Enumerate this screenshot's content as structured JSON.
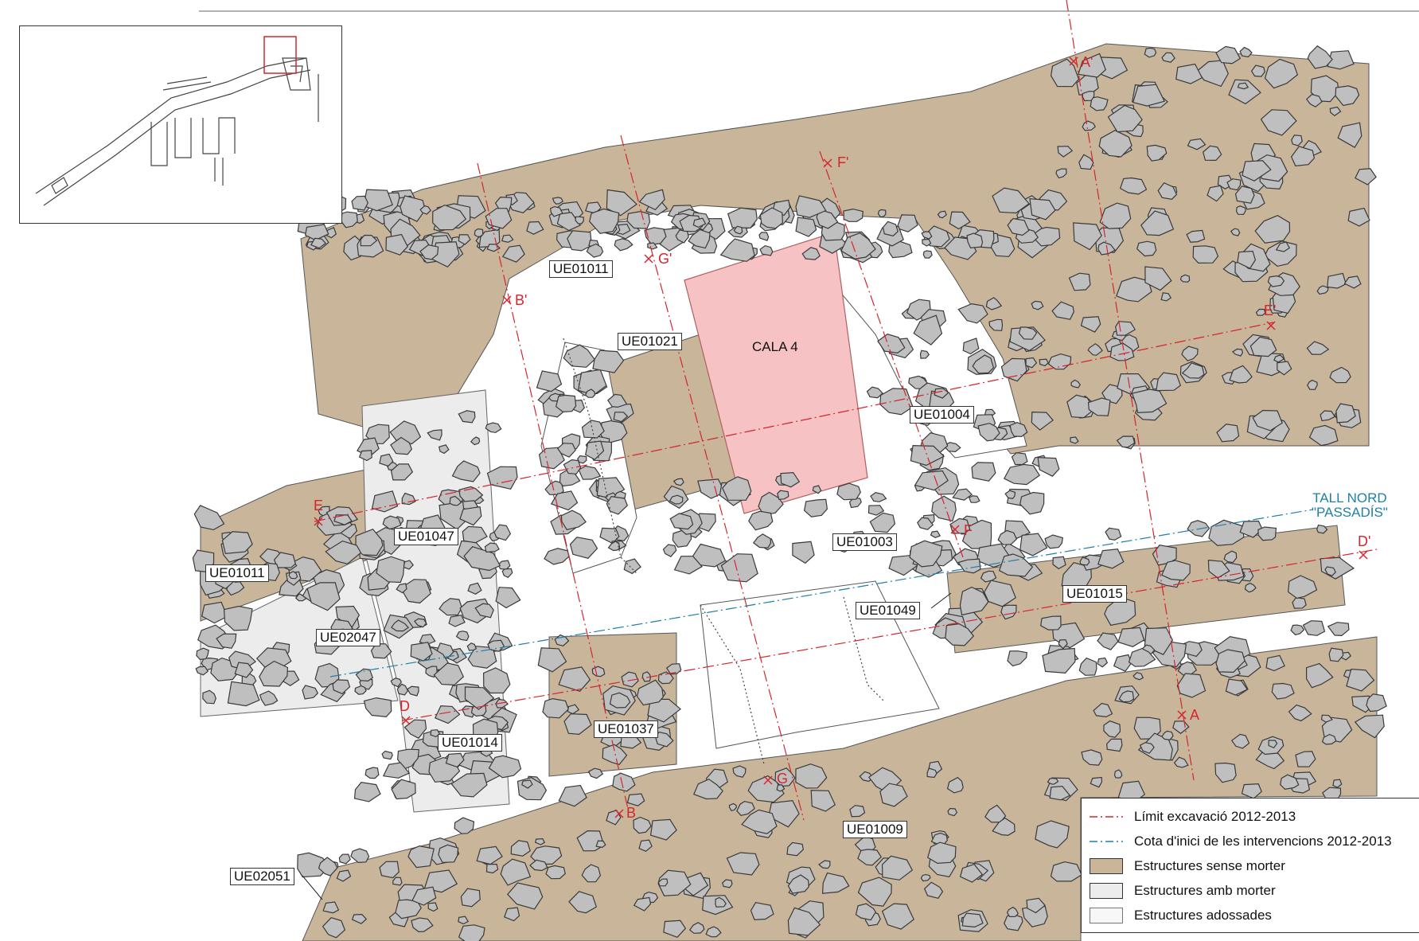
{
  "labels": {
    "ue01011_n": "UE01011",
    "ue01021": "UE01021",
    "ue01004": "UE01004",
    "ue01003": "UE01003",
    "ue01047": "UE01047",
    "ue01011_w": "UE01011",
    "ue02047": "UE02047",
    "ue01049": "UE01049",
    "ue01015": "UE01015",
    "ue01037": "UE01037",
    "ue01014": "UE01014",
    "ue01009": "UE01009",
    "ue02051": "UE02051",
    "cala4": "CALA 4"
  },
  "sections": {
    "a": "A",
    "a_prime": "A'",
    "b": "B",
    "b_prime": "B'",
    "d": "D",
    "d_prime": "D'",
    "e": "E",
    "e_prime": "E'",
    "f": "F",
    "f_prime": "F'",
    "g": "G",
    "g_prime": "G'"
  },
  "tall_nord": {
    "line1": "TALL NORD",
    "line2": "\"PASSADÍS\""
  },
  "legend": {
    "items": [
      {
        "label": "Límit excavació 2012-2013",
        "color": "#d4262e",
        "kind": "dash-dot"
      },
      {
        "label": "Cota d'inici de les intervencions 2012-2013",
        "color": "#1f7fa6",
        "kind": "dash-dot"
      },
      {
        "label": "Estructures sense morter",
        "color": "#c8b59a",
        "kind": "fill"
      },
      {
        "label": "Estructures amb morter",
        "color": "#ececec",
        "kind": "fill"
      },
      {
        "label": "Estructures adossades",
        "color": "#f7f7f7",
        "kind": "fill"
      }
    ]
  },
  "colors": {
    "no_mortar": "#c8b59a",
    "mortar": "#e8e8e8",
    "stone": "#bfbfc0",
    "cala": "#f6c2c3",
    "red_line": "#d4262e",
    "blue_line": "#1f7fa6"
  }
}
